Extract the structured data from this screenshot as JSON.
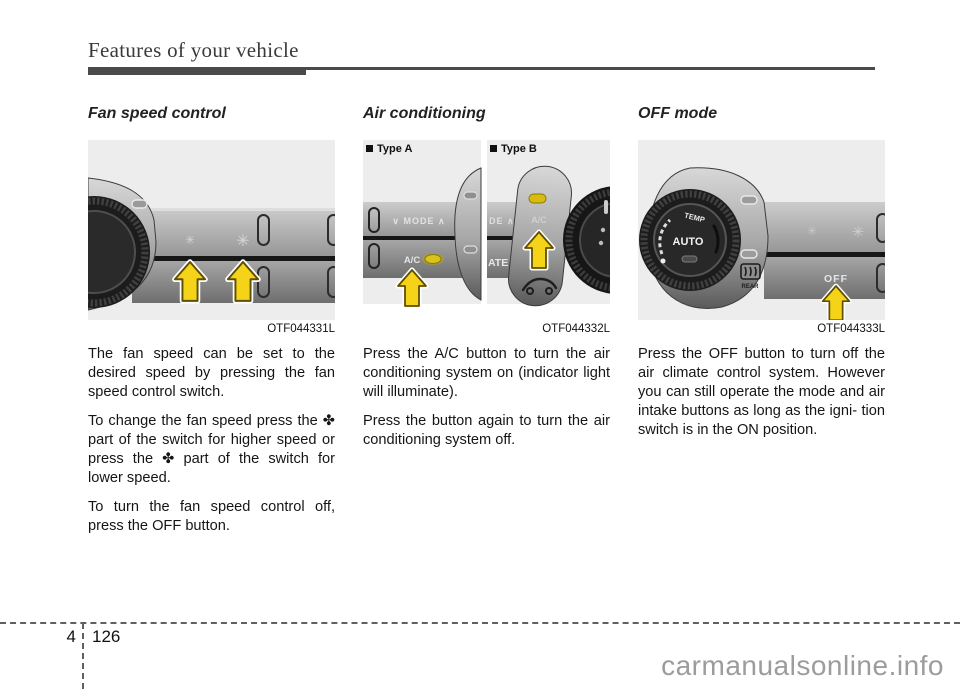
{
  "header": {
    "title": "Features of your vehicle"
  },
  "sections": {
    "fan_speed": {
      "heading": "Fan speed control",
      "figure": {
        "caption": "OTF044331L",
        "fan_glyph_low": "✳",
        "fan_glyph_high": "✳"
      },
      "paragraphs": [
        "The fan speed can be set to the desired speed by pressing the fan speed control switch.",
        "To change the fan speed press the ✤ part of the switch for higher speed or press the ✤ part of the switch for lower speed.",
        "To turn the fan speed control off, press the OFF button."
      ]
    },
    "air_conditioning": {
      "heading": "Air conditioning",
      "figure": {
        "caption": "OTF044332L",
        "type_a": "Type A",
        "type_b": "Type B",
        "mode_row": "∨ MODE ∧",
        "mode_row_partial": "DE ∧",
        "ac_label": "A/C",
        "ac_label_b": "A/C",
        "climate_partial": "ATE"
      },
      "paragraphs": [
        "Press the A/C button to turn the air conditioning system on (indicator light will illuminate).",
        "Press the button again to turn the air conditioning system off."
      ]
    },
    "off_mode": {
      "heading": "OFF mode",
      "figure": {
        "caption": "OTF044333L",
        "temp_label": "TEMP",
        "auto_label": "AUTO",
        "rear_label": "REAR",
        "off_label": "OFF",
        "fan_glyph_low": "✳",
        "fan_glyph_high": "✳"
      },
      "paragraphs": [
        "Press the OFF button to turn off the air climate control system. However you can still operate the mode and air intake buttons as long as the igni- tion switch is in the ON position."
      ]
    }
  },
  "footer": {
    "chapter_number": "4",
    "page_number": "126",
    "watermark": "carmanualsonline.info"
  },
  "colors": {
    "rule_gray": "#4a4a4a",
    "figure_background": "#ededed",
    "arrow_yellow": "#f4d318",
    "indicator_yellow": "#d9c21c",
    "watermark_gray": "#9c9c9c"
  }
}
